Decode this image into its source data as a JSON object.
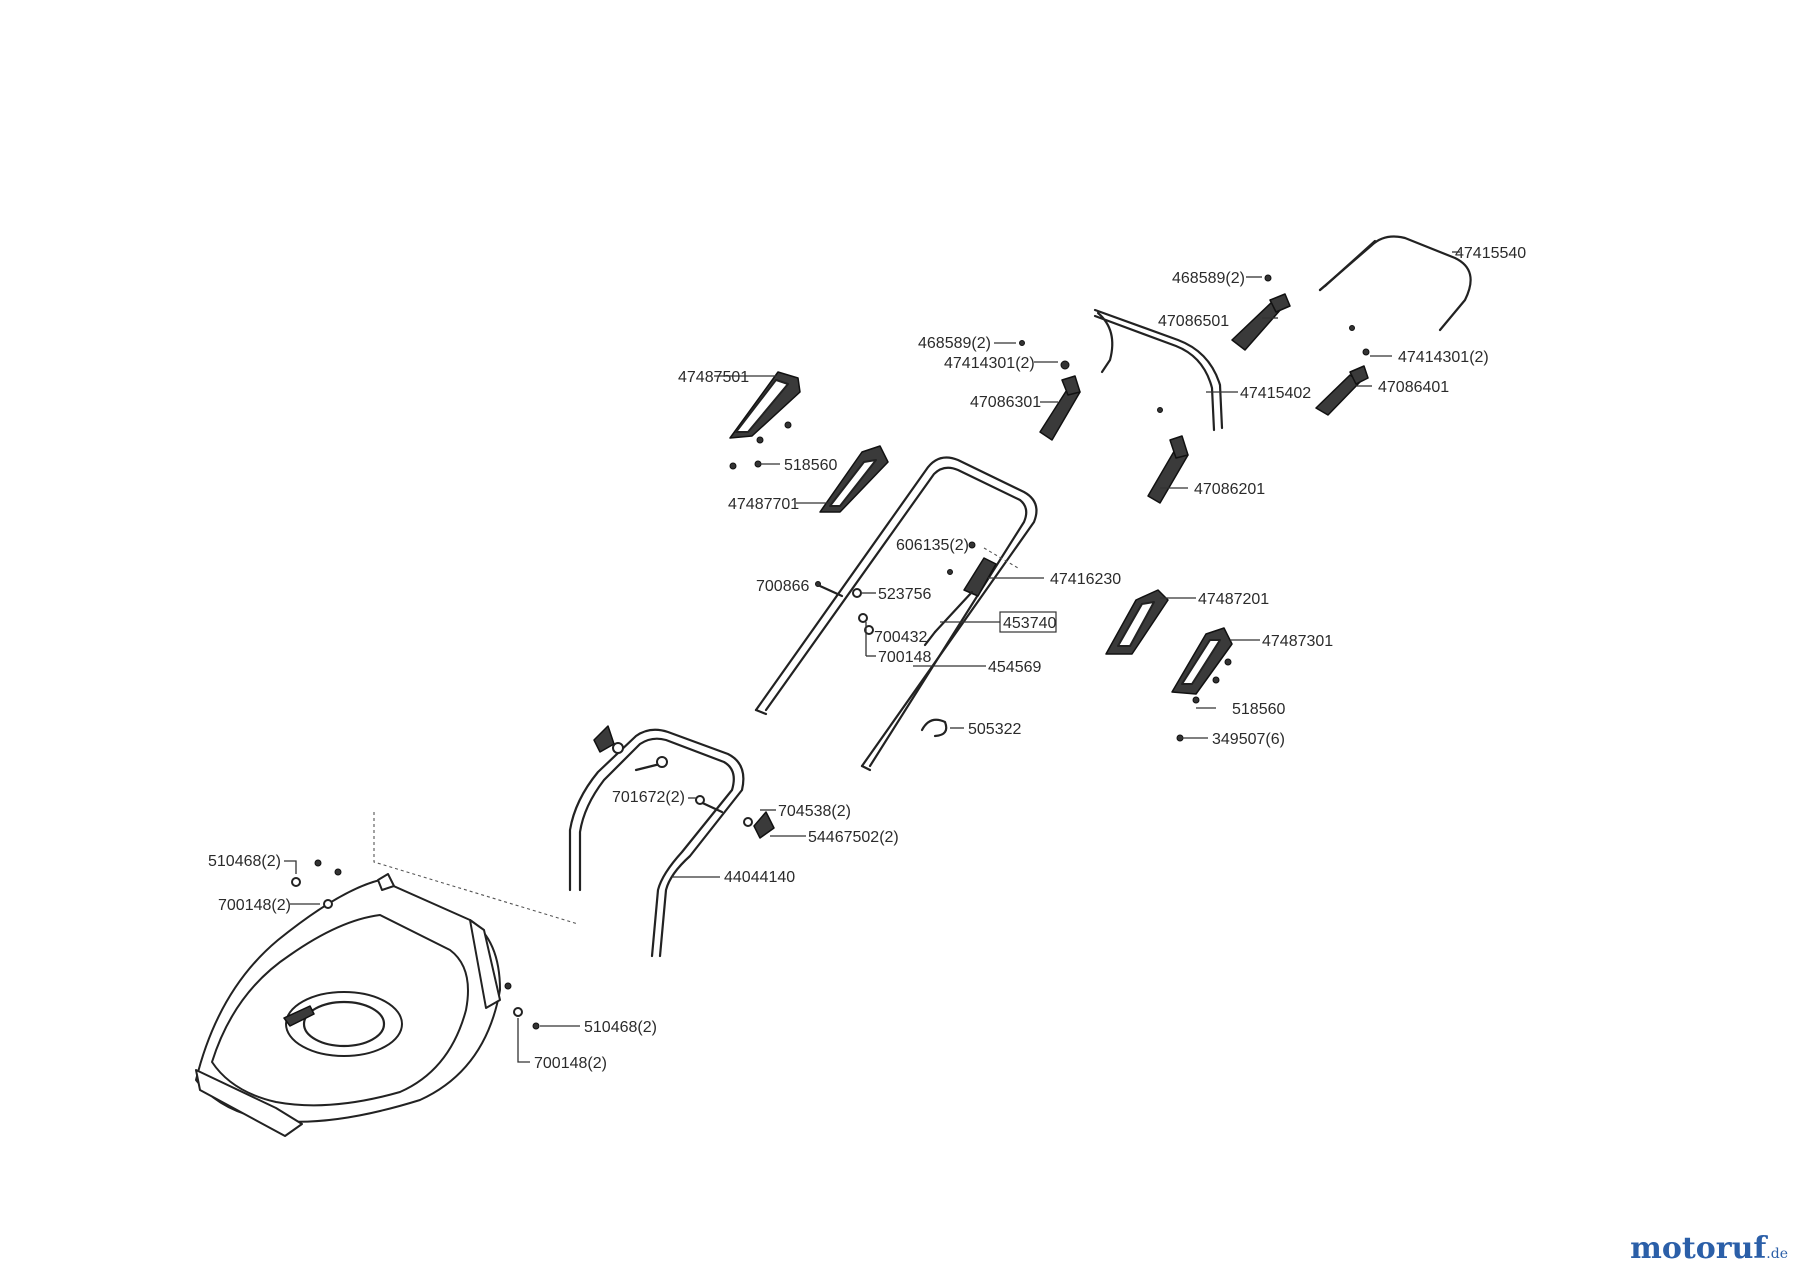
{
  "brand": {
    "name_main": "motoruf",
    "name_accent": "",
    "suffix": ".de"
  },
  "part_labels": {
    "p47415540": "47415540",
    "p468589_top": "468589(2)",
    "p47086501": "47086501",
    "p468589_mid": "468589(2)",
    "p47414301_left": "47414301(2)",
    "p47414301_right": "47414301(2)",
    "p47487501": "47487501",
    "p47086301": "47086301",
    "p47415402": "47415402",
    "p47086401": "47086401",
    "p518560_top": "518560",
    "p47487701": "47487701",
    "p47086201": "47086201",
    "p606135": "606135(2)",
    "p47416230": "47416230",
    "p700866": "700866",
    "p523756": "523756",
    "p47487201": "47487201",
    "p700432": "700432",
    "p453740": "453740",
    "p700148_mid": "700148",
    "p47487301": "47487301",
    "p454569": "454569",
    "p518560_bottom": "518560",
    "p505322": "505322",
    "p349507": "349507(6)",
    "p704538": "704538(2)",
    "p701672": "701672(2)",
    "p54467502": "54467502(2)",
    "p510468_top": "510468(2)",
    "p44044140": "44044140",
    "p700148_top": "700148(2)",
    "p510468_bottom": "510468(2)",
    "p700148_bottom": "700148(2)"
  }
}
